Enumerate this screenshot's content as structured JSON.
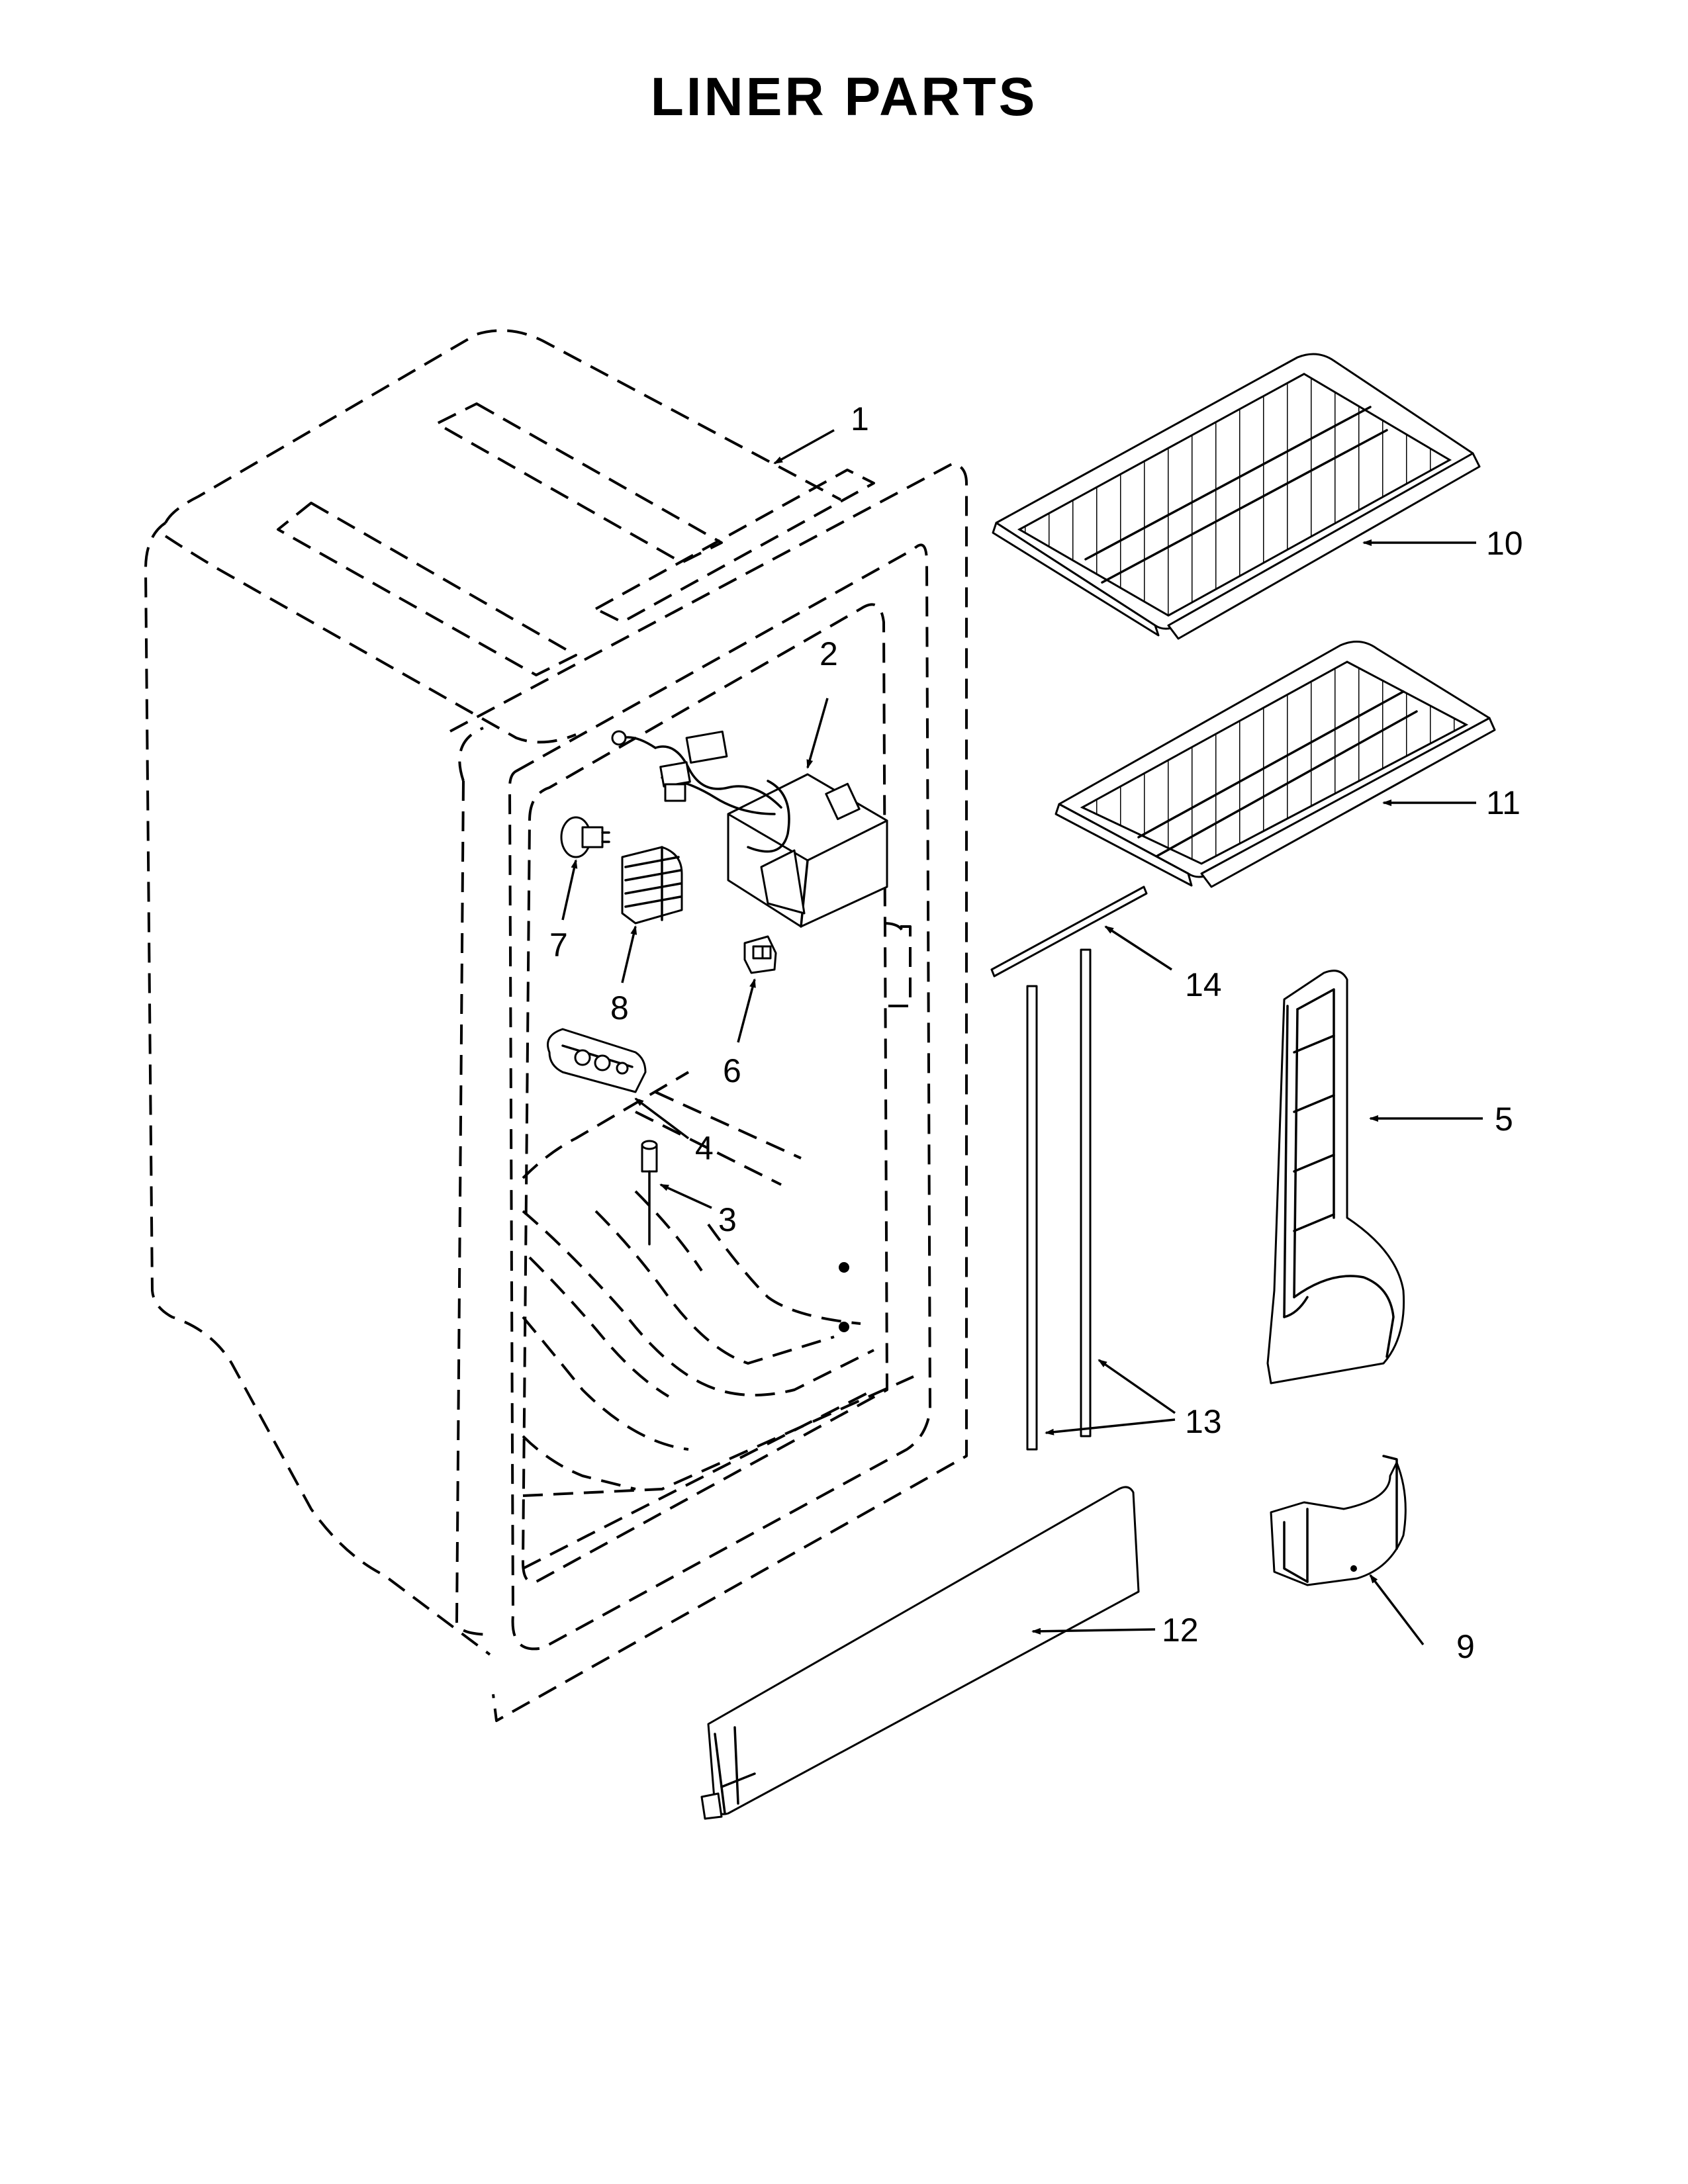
{
  "title": "LINER PARTS",
  "colors": {
    "ink": "#000000",
    "paper": "#ffffff"
  },
  "callouts": {
    "c1": "1",
    "c2": "2",
    "c3": "3",
    "c4": "4",
    "c5": "5",
    "c6": "6",
    "c7": "7",
    "c8": "8",
    "c9": "9",
    "c10": "10",
    "c11": "11",
    "c12": "12",
    "c13": "13",
    "c14": "14"
  }
}
